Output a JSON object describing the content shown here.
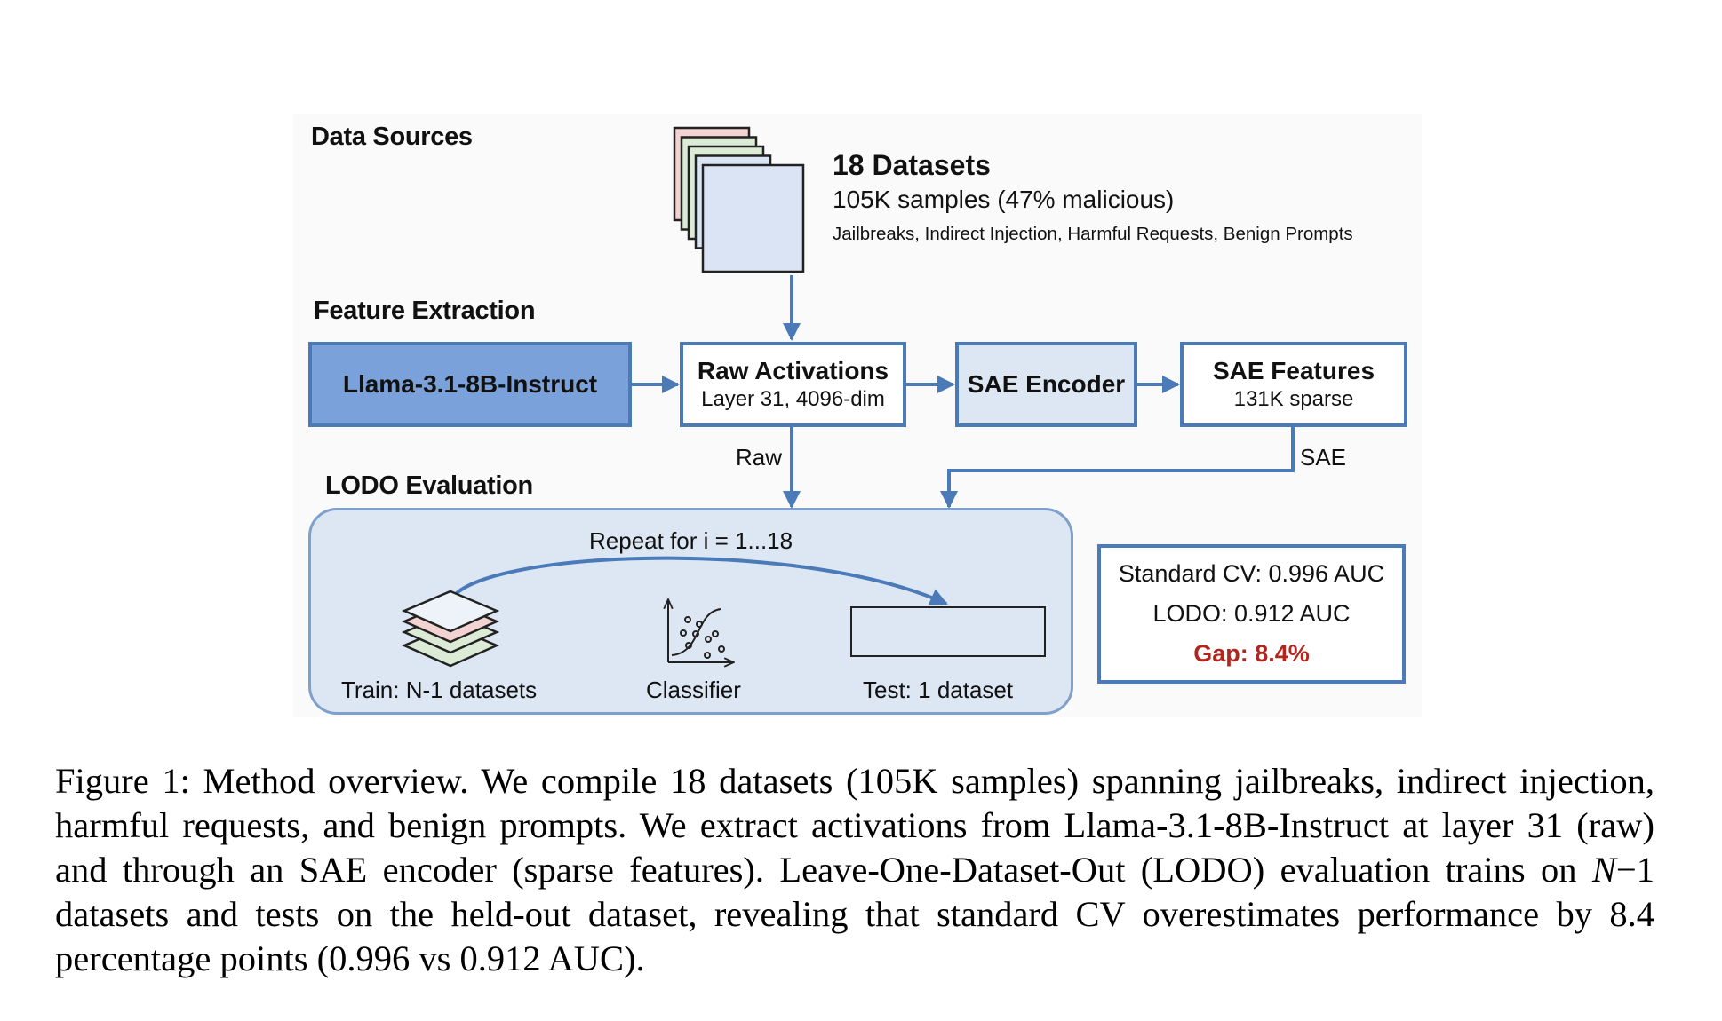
{
  "figure": {
    "sections": {
      "data_sources": "Data Sources",
      "feature_extraction": "Feature Extraction",
      "lodo_evaluation": "LODO Evaluation"
    },
    "datasets": {
      "title": "18 Datasets",
      "subtitle": "105K samples (47% malicious)",
      "categories": "Jailbreaks, Indirect Injection, Harmful Requests, Benign Prompts",
      "stack_icon": "document-stack-icon",
      "stack_colors": [
        "#f2d3d2",
        "#dcebd6",
        "#dcebd6",
        "#dbe4f4",
        "#dbe4f4"
      ]
    },
    "pipeline": {
      "model": "Llama-3.1-8B-Instruct",
      "raw_activations": {
        "title": "Raw Activations",
        "sub": "Layer 31, 4096-dim"
      },
      "sae_encoder": "SAE Encoder",
      "sae_features": {
        "title": "SAE Features",
        "sub": "131K sparse"
      },
      "raw_branch_label": "Raw",
      "sae_branch_label": "SAE"
    },
    "lodo": {
      "repeat_label": "Repeat for i = 1...18",
      "train_label": "Train: N-1 datasets",
      "classifier_label": "Classifier",
      "test_label": "Test: 1 dataset",
      "train_icon": "layers-icon",
      "classifier_icon": "scatter-sigmoid-icon"
    },
    "results": {
      "standard_cv": "Standard CV: 0.996 AUC",
      "lodo": "LODO: 0.912 AUC",
      "gap": "Gap: 8.4%"
    },
    "colors": {
      "accent_blue": "#4a7ab8",
      "model_fill": "#7aa1d9",
      "light_blue_fill": "#dde6f3",
      "gap_red": "#b3261e"
    }
  },
  "caption": {
    "prefix": "Figure 1: Method overview. We compile 18 datasets (105K samples) spanning jailbreaks, indirect injection, harmful requests, and benign prompts. We extract activations from Llama-3.1-8B-Instruct at layer 31 (raw) and through an SAE encoder (sparse features). Leave-One-Dataset-Out (LODO) evaluation trains on ",
    "math": "N",
    "math_rest": "−1",
    "suffix": " datasets and tests on the held-out dataset, revealing that standard CV overestimates performance by 8.4 percentage points (0.996 vs 0.912 AUC)."
  }
}
